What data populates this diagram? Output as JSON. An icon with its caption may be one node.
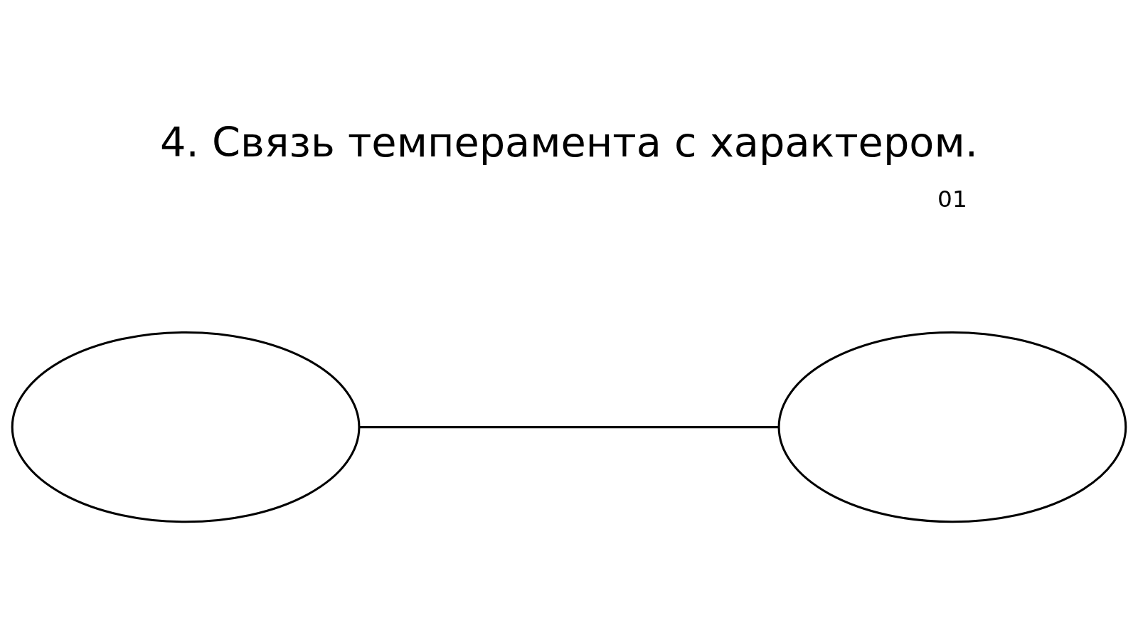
{
  "diagram": {
    "title": "4. Связь темперамента с характером.",
    "nodes": [
      {
        "text": [],
        "shape": "ellipse"
      },
      {
        "text": [],
        "shape": "ellipse"
      }
    ],
    "edges": [
      {
        "from": 0,
        "to": 1,
        "arrow": "none"
      }
    ],
    "labels": [
      "01"
    ]
  }
}
